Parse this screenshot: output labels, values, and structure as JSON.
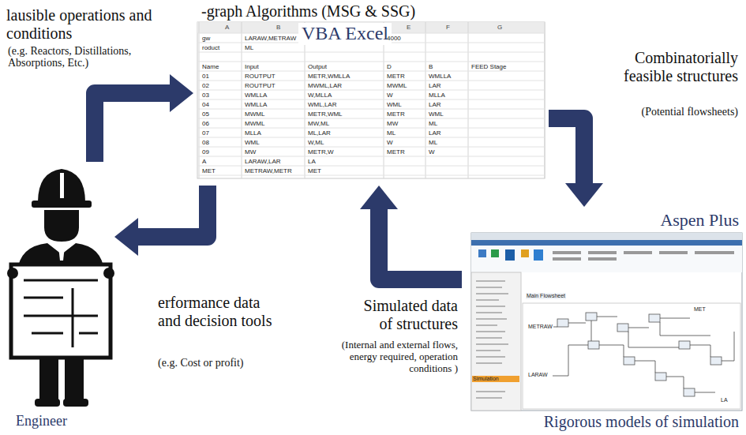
{
  "diagram": {
    "nodes": [
      {
        "text": [
          "Engineer"
        ]
      },
      {
        "text": [
          "-graph Algorithms (MSG & SSG)",
          "VBA Excel"
        ]
      },
      {
        "text": [
          "Aspen Plus",
          "Rigorous models of simulation"
        ]
      }
    ],
    "edges": [
      {
        "from": 0,
        "to": 1,
        "arrow": "to",
        "label": "lausible operations and conditions"
      },
      {
        "from": 1,
        "to": 2,
        "arrow": "to",
        "label": "Combinatorially feasible structures"
      },
      {
        "from": 2,
        "to": 1,
        "arrow": "to",
        "label": "Simulated data of structures"
      },
      {
        "from": 1,
        "to": 0,
        "arrow": "to",
        "label": "erformance data and decision tools"
      }
    ],
    "labels": [
      "(e.g. Reactors, Distillations, Absorptions, Etc.)",
      "(Potential flowsheets)",
      "(Internal and external flows, energy required, operation conditions )",
      "(e.g. Cost or profit)",
      "A",
      "B",
      "E",
      "F",
      "G",
      "gw",
      "LARAW,METRAW",
      "4000",
      "roduct",
      "ML",
      "Name",
      "Input",
      "Output",
      "D",
      "B",
      "FEED Stage",
      "01",
      "ROUTPUT",
      "METR,WMLLA",
      "METR",
      "WMLLA",
      "02",
      "ROUTPUT",
      "MWML,LAR",
      "MWML",
      "LAR",
      "03",
      "WMLLA",
      "W,MLLA",
      "W",
      "MLLA",
      "04",
      "WMLLA",
      "WML,LAR",
      "WML",
      "LAR",
      "05",
      "MWML",
      "METR,WML",
      "METR",
      "WML",
      "06",
      "MWML",
      "MW,ML",
      "MW",
      "ML",
      "07",
      "MLLA",
      "ML,LAR",
      "ML",
      "LAR",
      "08",
      "WML",
      "W,ML",
      "W",
      "ML",
      "09",
      "MW",
      "METR,W",
      "METR",
      "W",
      "A",
      "LARAW,LAR",
      "LA",
      "MET",
      "METRAW,METR",
      "MET",
      "Main Flowsheet",
      "Simulation",
      "METRAW",
      "LARAW",
      "MET",
      "LA"
    ]
  }
}
